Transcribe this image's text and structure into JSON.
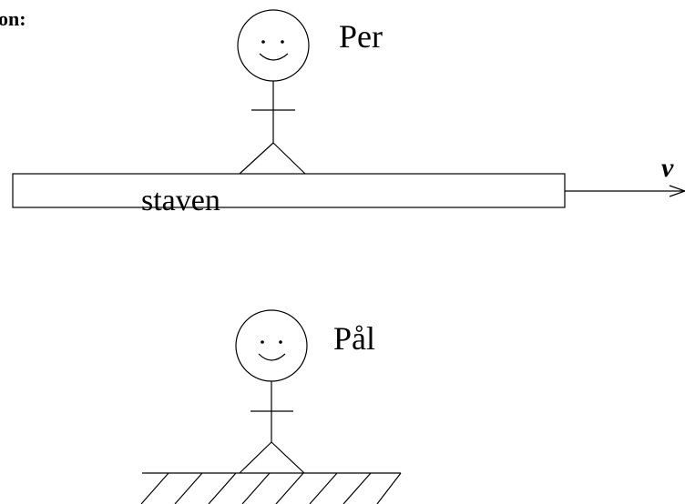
{
  "corner_label": "on:",
  "figures": {
    "top_person": {
      "name": "Per"
    },
    "bottom_person": {
      "name": "Pål"
    }
  },
  "rod": {
    "label": "staven"
  },
  "velocity": {
    "symbol": "v"
  }
}
